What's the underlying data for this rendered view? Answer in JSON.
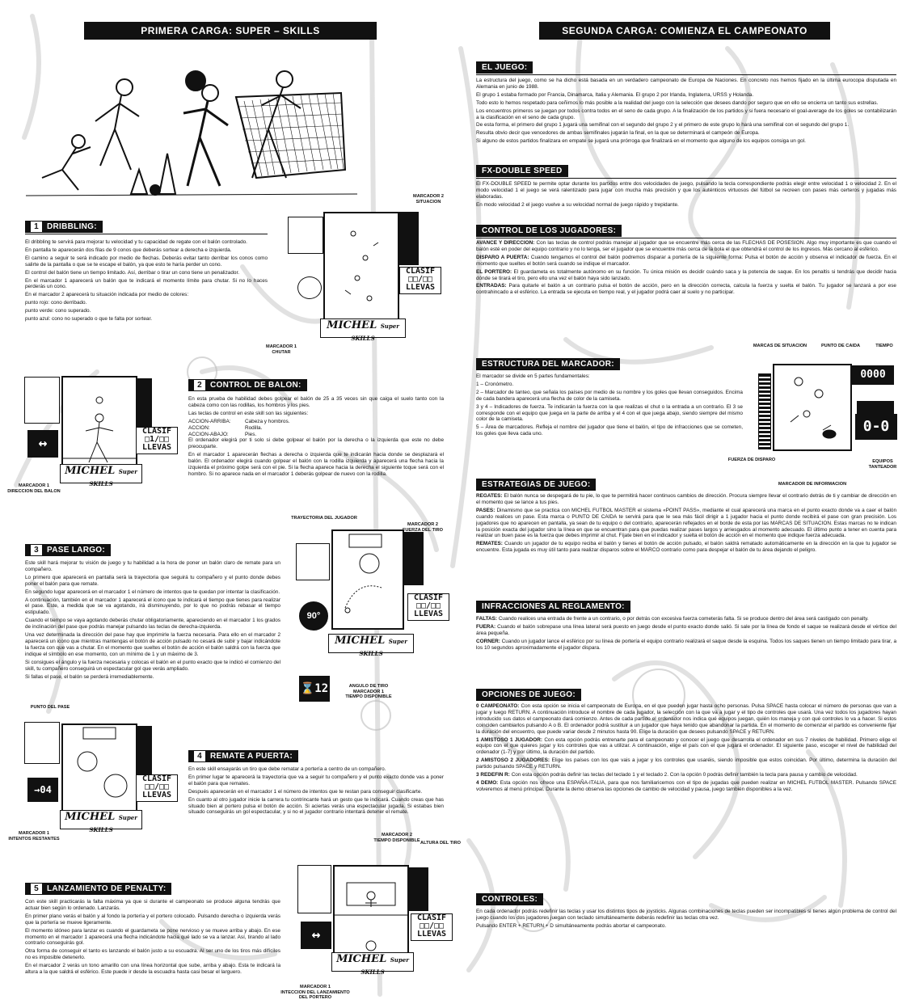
{
  "banners": {
    "left": "PRIMERA CARGA: SUPER – SKILLS",
    "right": "SEGUNDA CARGA: COMIENZA EL CAMPEONATO"
  },
  "left": {
    "s1": {
      "number": "1",
      "title": "DRIBBLING:",
      "paras": [
        "El dribbling te servirá para mejorar tu velocidad y tu capacidad de regate con el balón controlado.",
        "En pantalla te aparecerán dos filas de 9 conos que deberás sortear a derecha e izquierda.",
        "El camino a seguir te será indicado por medio de flechas. Deberás evitar tanto derribar los conos como salirte de la pantalla o que se te escape el balón, ya que esto te haría perder un cono.",
        "El control del balón tiene un tiempo limitado. Así, derribar o tirar un cono tiene un penalizador.",
        "En el marcador 1 aparecerá un balón que te indicará el momento límite para chutar. Si no lo haces perderás un cono.",
        "En el marcador 2 aparecerá tu situación indicada por medio de colores:",
        "punto rojo: cono derribado.",
        "punto verde: cono superado.",
        "punto azul: cono no superado o que te falta por sortear."
      ],
      "label_marker2": "MARCADOR 2\nSITUACION",
      "label_marker1": "MARCADOR 1\nCHUTAR"
    },
    "s2": {
      "number": "2",
      "title": "CONTROL DE BALON:",
      "intro": "En esta prueba de habilidad debes golpear el balón de 25 a 35 veces sin que caiga el suelo tanto con la cabeza como con las rodillas, los hombros y los pies.",
      "intro2": "Las teclas de control en este skill son las siguientes:",
      "controls": [
        {
          "key": "ACCION-ARRIBA:",
          "value": "Cabeza y hombros."
        },
        {
          "key": "ACCION:",
          "value": "Rodilla."
        },
        {
          "key": "ACCION-ABAJO:",
          "value": "Pies."
        }
      ],
      "paras": [
        "El ordenador elegirá por ti solo si debe golpear el balón por la derecha o la izquierda que este no debe preocuparte.",
        "En el marcador 1 aparecerán flechas a derecha o izquierda que te indicarán hacia donde se desplazará el balón. El ordenador elegirá cuando golpear el balón con la rodilla izquierda y aparecerá una flecha hacia la izquierda el próximo golpe será con el pie. Si la flecha aparece hacia la derecha el siguiente toque será con el hombro. Si no aparece nada en el marcador 1 deberás golpear de nuevo con la rodilla."
      ],
      "label_marker1": "MARCADOR 1\nDIRECCION DEL BALON"
    },
    "s3": {
      "number": "3",
      "title": "PASE LARGO:",
      "paras": [
        "Este skill hará mejorar tu visión de juego y tu habilidad a la hora de poner un balón claro de remate para un compañero.",
        "Lo primero que aparecerá en pantalla será la trayectoria que seguirá tu compañero y el punto donde debes poner el balón para que remate.",
        "En segundo lugar aparecerá en el marcador 1 el número de intentos que te quedan por intentar la clasificación.",
        "A continuación, también en el marcador 1 aparecerá el icono que te indicará el tiempo que tienes para realizar el pase. Este, a medida que se va agotando, irá disminuyendo, por lo que no podrás rebasar el tiempo estipulado.",
        "Cuando el tiempo se vaya agotando deberás chutar obligatoriamente, apareciendo en el marcador 1 los grados de inclinación del pase que podrás manejar pulsando las teclas de derecha-izquierda.",
        "Una vez determinada la dirección del pase hay que imprimirle la fuerza necesaria. Para ello en el marcador 2 aparecerá un icono que mientras mantengas el botón de acción pulsado no cesará de subir y bajar indicándote la fuerza con que vas a chutar. En el momento que sueltes el botón de acción el balón saldrá con la fuerza que indique el símbolo en ese momento, con un mínimo de 1 y un máximo de 3.",
        "Si consigues el ángulo y la fuerza necesaria y colocas el balón en el punto exacto que te indicó el comienzo del skill, tu compañero conseguirá un espectacular gol que verás ampliado.",
        "Si fallas el pase, el balón se perderá irremediablemente."
      ],
      "label_traj": "TRAYECTORIA DEL JUGADOR",
      "label_marker2": "MARCADOR 2\nFUERZA DEL TIRO",
      "label_angle": "ANGULO DE TIRO\nMARCADOR 1\nTIEMPO DISPONIBLE",
      "label_point": "PUNTO DEL PASE",
      "angle_value": "90°",
      "time_value": "12"
    },
    "s4": {
      "number": "4",
      "title": "REMATE A PUERTA:",
      "paras": [
        "En este skill ensayarás un tiro que debe rematar a portería a centro de un compañero.",
        "En primer lugar te aparecerá la trayectoria que va a seguir tu compañero y el punto exacto donde vas a poner el balón para que remates.",
        "Después aparecerán en el marcador 1 el número de intentos que te restan para conseguir clasificarte.",
        "En cuanto al otro jugador inicie la carrera tu contrincante hará un gesto que te indicará. Cuando creas que has situado bien al portero pulsa el botón de acción. Si aciertas verás una espectacular jugada. Si estabas bien situado conseguirás un gol espectacular, y si no el jugador contrario intentará detener el remate."
      ],
      "label_marker1": "MARCADOR 1\nINTENTOS RESTANTES",
      "intentos": "04"
    },
    "s5": {
      "number": "5",
      "title": "LANZAMIENTO DE PENALTY:",
      "paras": [
        "Con este skill practicarás la falta máxima ya que si durante el campeonato se produce alguna tendrás que actuar bien según lo ordenado. Lanzarás.",
        "En primer plano verás el balón y al fondo la portería y el portero colocado. Pulsando derecha o izquierda verás que la portería se mueve ligeramente.",
        "El momento idóneo para lanzar es cuando el guardameta se pone nervioso y se mueve arriba y abajo. En ese momento en el marcador 1 aparecerá una flecha indicándote hacia qué lado se va a lanzar. Así, tirando al lado contrario conseguirás gol.",
        "Otra forma de conseguir el tanto es lanzando el balón justo a su escuadra. Al ser uno de los tiros más difíciles no es imposible detenerlo.",
        "En el marcador 2 verás un tono amarillo con una línea horizontal que sube, arriba y abajo. Esta te indicará la altura a la que saldrá el esférico. Este puede ir desde la escuadra hasta casi besar el larguero."
      ],
      "label_marker2": "MARCADOR 2\nTIEMPO DISPONIBLE",
      "label_height": "ALTURA DEL TIRO",
      "label_marker1": "MARCADOR 1\nINTECCION DEL LANZAMIENTO\nDEL PORTERO"
    },
    "hud": {
      "clasif": "CLASIF",
      "score": "□□/□□",
      "llevas": "LLEVAS",
      "score1": "□1/□□",
      "score3": "□□/□□",
      "logo": "MICHEL",
      "logo_sub": "Super SKILLS"
    }
  },
  "right": {
    "juego": {
      "title": "EL JUEGO:",
      "paras": [
        "La estructura del juego, como se ha dicho está basada en un verdadero campeonato de Europa de Naciones. En concreto nos hemos fijado en la última eurocopa disputada en Alemania en junio de 1988.",
        "El grupo 1 estaba formado por Francia, Dinamarca, Italia y Alemania. El grupo 2 por Irlanda, Inglaterra, URSS y Holanda.",
        "Todo esto lo hemos respetado para ceñirnos lo más posible a la realidad del juego con la selección que desees dando por seguro que en ello se encierra un tanto sus estrellas.",
        "Los encuentros primeros se juegan por todos contra todos en el seno de cada grupo. A la finalización de los partidos y si fuera necesario el goal-average de los goles se contabilizarán a la clasificación en el seno de cada grupo.",
        "De esta forma, el primero del grupo 1 jugará una semifinal con el segundo del grupo 2 y el primero de este grupo lo hará una semifinal con el segundo del grupo 1.",
        "Resulta obvio decir que vencedores de ambas semifinales jugarán la final, en la que se determinará el campeón de Europa.",
        "Si alguno de estos partidos finalizara en empate se jugará una prórroga que finalizará en el momento que alguno de los equipos consiga un gol."
      ]
    },
    "fx": {
      "title": "FX-DOUBLE SPEED",
      "paras": [
        "El FX-DOUBLE SPEED te permite optar durante los partidos entre dos velocidades de juego, pulsando la tecla correspondiente podrás elegir entre velocidad 1 o velocidad 2. En el modo velocidad 1 el juego se verá ralentizado para jugar con mucha más precisión y que los auténticos virtuosos del fútbol se recreen con pases más certeros y jugadas más elaboradas.",
        "En modo velocidad 2 el juego vuelve a su velocidad normal de juego rápido y trepidante."
      ]
    },
    "control": {
      "title": "CONTROL DE LOS JUGADORES:",
      "items": [
        {
          "k": "AVANCE Y DIRECCION:",
          "v": "Con las teclas de control podrás manejar al jugador que se encuentre más cerca de las FLECHAS DE POSESION. Algo muy importante es que cuando el balón esté en poder del equipo contrario y no lo tenga, ser el jugador que se encuentre más cerca de la bola el que obtendrá el control de los ingresos. Más cercano al esférico."
        },
        {
          "k": "DISPARO A PUERTA:",
          "v": "Cuando tengamos el control del balón podremos disparar a portería de la siguiente forma: Pulsa el botón de acción y observa el indicador de fuerza. En el momento que sueltes el botón será cuando se indique el marcador."
        },
        {
          "k": "EL PORTERO:",
          "v": "El guardameta es totalmente autónomo en su función. Tu única misión es decidir cuándo saca y la potencia de saque. En los penaltis si tendrás que decidir hacia dónde se tirará el tiro, pero ello una vez el balón haya sido lanzado."
        },
        {
          "k": "ENTRADAS:",
          "v": "Para quitarle el balón a un contrario pulsa el botón de acción, pero en la dirección correcta, calcula la fuerza y suelta el balón. Tu jugador se lanzará a por ese contrahincado a el esférico. La entrada se ejecuta en tiempo real, y el jugador podrá caer al suelo y no participar."
        }
      ]
    },
    "marcador": {
      "title": "ESTRUCTURA DEL MARCADOR:",
      "paras": [
        "El marcador se divide en 5 partes fundamentales:",
        "1 – Cronómetro.",
        "2 – Marcador de tanteo, que señala los países por medio de su nombre y los goles que llevan conseguidos. Encima de cada bandera aparecerá una flecha de color de la camiseta.",
        "3 y 4 – Indicadores de fuerza. Te indicarán la fuerza con la que realizas el chut o la entrada a un contrario. El 3 se corresponde con el equipo que juega en la parte de arriba y el 4 con el que juega abajo, siendo siempre del mismo color de la camiseta.",
        "5 – Área de marcadores. Refleja el nombre del jugador que tiene el balón, el tipo de infracciones que se cometen, los goles que lleva cada uno."
      ],
      "labels": {
        "situacion": "MARCAS DE SITUACION",
        "caida": "PUNTO DE CAIDA",
        "tiempo": "TIEMPO",
        "fuerza": "FUERZA DE DISPARO",
        "equipos": "EQUIPOS\nTANTEADOR",
        "info": "MARCADOR DE INFORMACION"
      },
      "clock": "0000",
      "score": "0-0"
    },
    "estrategias": {
      "title": "ESTRATEGIAS DE JUEGO:",
      "items": [
        {
          "k": "REGATES:",
          "v": "El balón nunca se despegará de tu pie, lo que te permitirá hacer continuos cambios de dirección. Procura siempre llevar el contrario detrás de ti y cambiar de dirección en el momento que se lance a tus pies."
        },
        {
          "k": "PASES:",
          "v": "Dinamismo que se practica con MICHEL FUTBOL MASTER el sistema «POINT PASS», mediante el cual aparecerá una marca en el punto exacto donde va a caer el balón cuando realices un pase. Esta marca o PUNTO DE CAIDA te servirá para que le sea más fácil dirigir a 1 jugador hacia el punto donde recibirá el pase con gran precisión. Los jugadores que no aparecen en pantalla, ya sean de tu equipo o del contrario, aparecerán reflejados en el borde de esta por las MARCAS DE SITUACION. Estas marcas no te indican la posición exacta del jugador sino la línea en que se encuentran para que puedas realizar pases largos y arriesgados al momento adecuado. El último punto a tener en cuenta para realizar un buen pase es la fuerza que debes imprimir al chut. Fíjate bien en el indicador y suelta el botón de acción en el momento que indique fuerza adecuada."
        },
        {
          "k": "REMATES:",
          "v": "Cuando un jugador de tu equipo reciba el balón y tienes el botón de acción pulsado, el balón saldrá rematado automáticamente en la dirección en la que tu jugador se encuentre. Esta jugada es muy útil tanto para realizar disparos sobre el MARCO contrario como para despejar el balón de tu área dejando el peligro."
        }
      ]
    },
    "infracciones": {
      "title": "INFRACCIONES AL REGLAMENTO:",
      "items": [
        {
          "k": "FALTAS:",
          "v": "Cuando realices una entrada de frente a un contrario, o por detrás con excesiva fuerza cometerás falta. Si se produce dentro del área será castigado con penalty."
        },
        {
          "k": "FUERA:",
          "v": "Cuando el balón sobrepase una línea lateral será puesto en juego desde el punto exacto donde salió. Si sale por la línea de fondo el saque se realizará desde el vértice del área pequeña."
        },
        {
          "k": "CORNER:",
          "v": "Cuando un jugador lance el esférico por su línea de portería el equipo contrario realizará el saque desde la esquina. Todos los saques tienen un tiempo limitado para tirar, a los 10 segundos aproximadamente el jugador dispara."
        }
      ]
    },
    "opciones": {
      "title": "OPCIONES DE JUEGO:",
      "items": [
        {
          "k": "0 CAMPEONATO:",
          "v": "Con esta opción se inicia el campeonato de Europa, en el que pueden jugar hasta ocho personas. Pulsa SPACE hasta colocar el número de personas que van a jugar y luego RETURN. A continuación introduce el nombre de cada jugador, la selección con la que va a jugar y el tipo de controles que usará. Una vez todos los jugadores hayan introducido sus datos el campeonato dará comienzo. Antes de cada partido el ordenador nos indica qué equipos juegan, quién los maneja y con qué controles lo va a hacer. Si estos coinciden cambiarlos pulsando A o B. El ordenador podrá sustituir a un jugador que haya tenido que abandonar la partida. En el momento de comenzar el partido es conveniente fijar la duración del encuentro, que puede variar desde 2 minutos hasta 90. Elige la duración que desees pulsando SPACE y RETURN."
        },
        {
          "k": "1 AMISTOSO 1 JUGADOR:",
          "v": "Con esta opción podrás entrenarte para el campeonato y conocer el juego que desarrolla el ordenador en sus 7 niveles de habilidad. Primero elige el equipo con el que quieres jugar y los controles que vas a utilizar. A continuación, elige el país con el que jugará el ordenador. El siguiente paso, escoger el nivel de habilidad del ordenador (1-7) y por último, la duración del partido."
        },
        {
          "k": "2 AMISTOSO 2 JUGADORES:",
          "v": "Elige los países con los que vais a jugar y los controles que usaréis, siendo imposible que estos coincidan. Por último, determina la duración del partido pulsando SPACE y RETURN."
        },
        {
          "k": "3 REDEFIN R:",
          "v": "Con esta opción podrás definir las teclas del teclado 1 y el teclado 2. Con la opción 0 podrás definir también la tecla para pausa y cambio de velocidad."
        },
        {
          "k": "4 DEMO:",
          "v": "Esta opción nos ofrece una ESPAÑA-ITALIA, para que nos familiaricemos con el tipo de jugadas que pueden realizar en MICHEL FUTBOL MASTER. Pulsando SPACE volveremos al menú principal. Durante la demo observa las opciones de cambio de velocidad y pausa, juego también disponibles a la vez."
        }
      ]
    },
    "controles": {
      "title": "CONTROLES:",
      "paras": [
        "En cada ordenador podrás redefinir las teclas y usar los distintos tipos de joysticks. Algunas combinaciones de teclas pueden ser incompatibles si tienes algún problema de control del juego cuando los dos jugadores juegan con teclado simultáneamente deberás redefinir las teclas otra vez.",
        "Pulsando ENTER + RETURN + D simultáneamente podrás abortar el campeonato."
      ]
    }
  }
}
